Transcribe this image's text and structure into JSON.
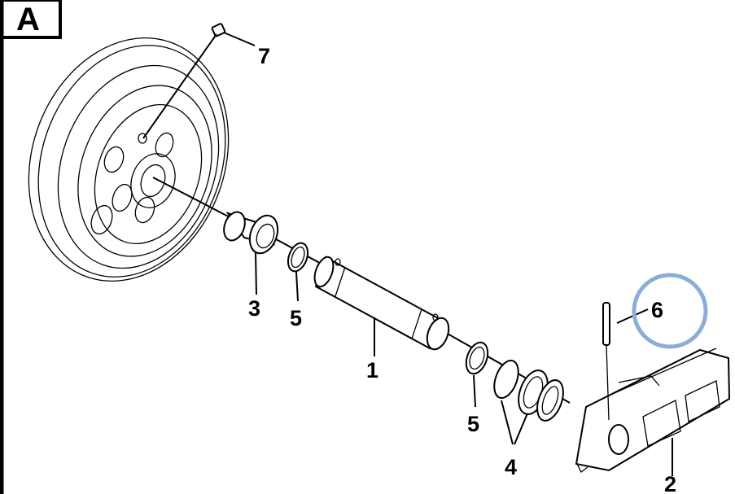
{
  "panel_label": "A",
  "callouts": {
    "c1": "1",
    "c2": "2",
    "c3": "3",
    "c4": "4",
    "c5a": "5",
    "c5b": "5",
    "c6": "6",
    "c7": "7"
  },
  "colors": {
    "ink": "#000000",
    "highlight_circle": "#8aaed6"
  }
}
